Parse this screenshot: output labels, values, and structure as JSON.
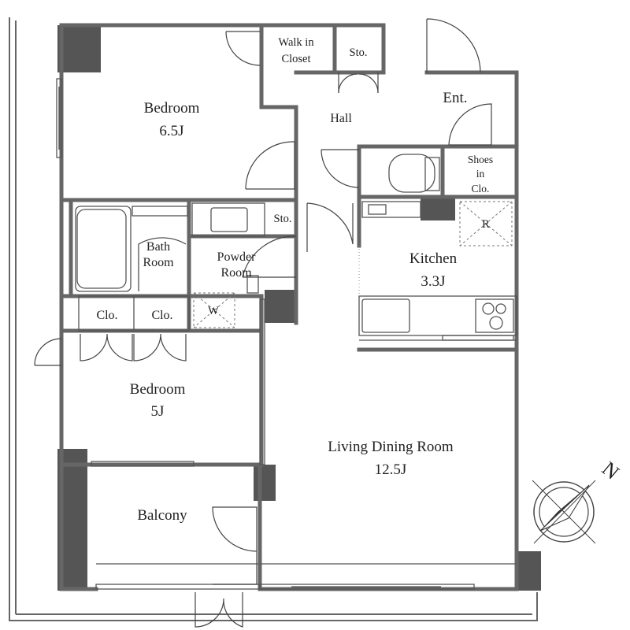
{
  "rooms": {
    "bedroom_main": {
      "label": "Bedroom",
      "size": "6.5J"
    },
    "walk_in_closet": {
      "line1": "Walk in",
      "line2": "Closet"
    },
    "storage_top": {
      "label": "Sto."
    },
    "hall": {
      "label": "Hall"
    },
    "entrance": {
      "label": "Ent."
    },
    "shoes_closet": {
      "line1": "Shoes",
      "line2": "in",
      "line3": "Clo."
    },
    "storage_mid": {
      "label": "Sto."
    },
    "bath_room": {
      "line1": "Bath",
      "line2": "Room"
    },
    "powder_room": {
      "line1": "Powder",
      "line2": "Room"
    },
    "washer_mark": {
      "label": "W"
    },
    "fridge_mark": {
      "label": "R"
    },
    "kitchen": {
      "label": "Kitchen",
      "size": "3.3J"
    },
    "closet_left": {
      "label": "Clo."
    },
    "closet_right": {
      "label": "Clo."
    },
    "bedroom_second": {
      "label": "Bedroom",
      "size": "5J"
    },
    "living_dining": {
      "label": "Living Dining Room",
      "size": "12.5J"
    },
    "balcony": {
      "label": "Balcony"
    }
  },
  "compass": {
    "label": "N",
    "icon": "north-compass-icon"
  },
  "colors": {
    "wall": "#666666",
    "pillar": "#555555",
    "text": "#222222"
  }
}
